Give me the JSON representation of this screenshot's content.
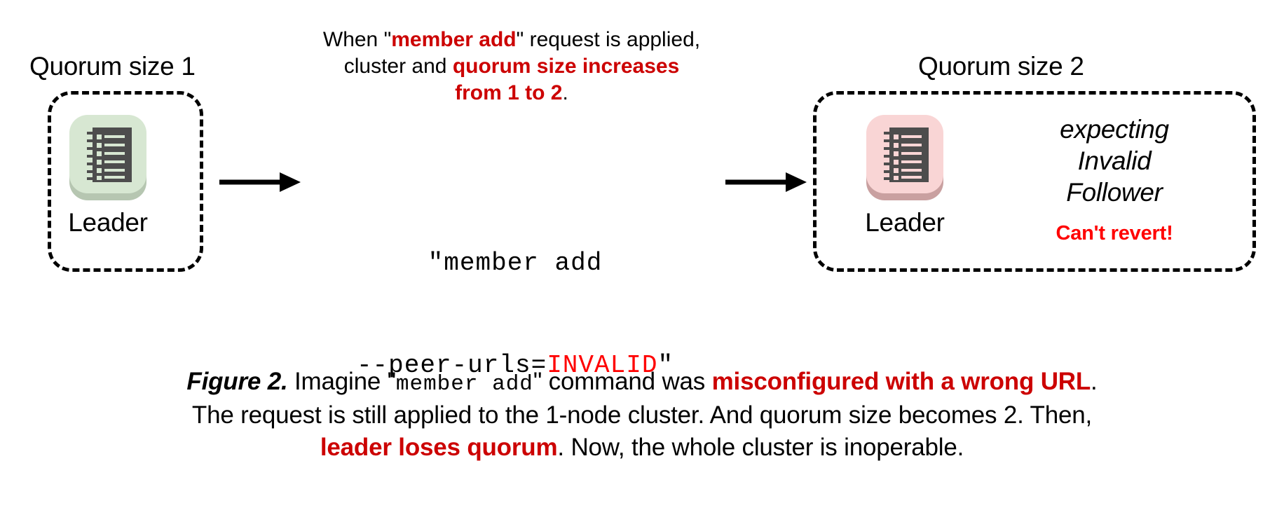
{
  "figure": {
    "colors": {
      "accent_red": "#CC0000",
      "bright_red": "#FF0000",
      "leader_ok_tile": "#d7e7d2",
      "leader_bad_tile": "#f9d5d5",
      "node_icon": "#4d4d4d",
      "box_border": "#000000",
      "background": "#ffffff"
    },
    "left_cluster": {
      "title": "Quorum size 1",
      "node": {
        "label": "Leader",
        "icon": "ledger-node-icon",
        "state": "healthy"
      }
    },
    "right_cluster": {
      "title": "Quorum size 2",
      "node": {
        "label": "Leader",
        "icon": "ledger-node-icon",
        "state": "unhealthy"
      },
      "expecting": {
        "line1": "expecting",
        "line2": "Invalid",
        "line3": "Follower"
      },
      "warning": "Can't revert!"
    },
    "top_note": {
      "part1": "When \"",
      "highlight1": "member add",
      "part2": "\" request is applied,",
      "part3": "cluster and ",
      "highlight2": "quorum size increases",
      "highlight3": "from 1 to 2",
      "part4": "."
    },
    "command": {
      "line1": "\"member add",
      "line2_prefix": "--peer-urls=",
      "line2_invalid": "INVALID",
      "line2_suffix": "\""
    },
    "arrows": {
      "arrow1": "right-arrow-icon",
      "arrow2": "right-arrow-icon"
    },
    "caption": {
      "label": "Figure 2.",
      "l1_a": " Imagine \"",
      "l1_mono": "member add",
      "l1_b": "\" command was ",
      "l1_hl": "misconfigured with a wrong URL",
      "l1_c": ".",
      "l2": "The request is still applied to the 1-node cluster. And quorum size becomes 2. Then,",
      "l3_hl": "leader loses quorum",
      "l3_b": ". Now, the whole cluster is inoperable."
    }
  }
}
